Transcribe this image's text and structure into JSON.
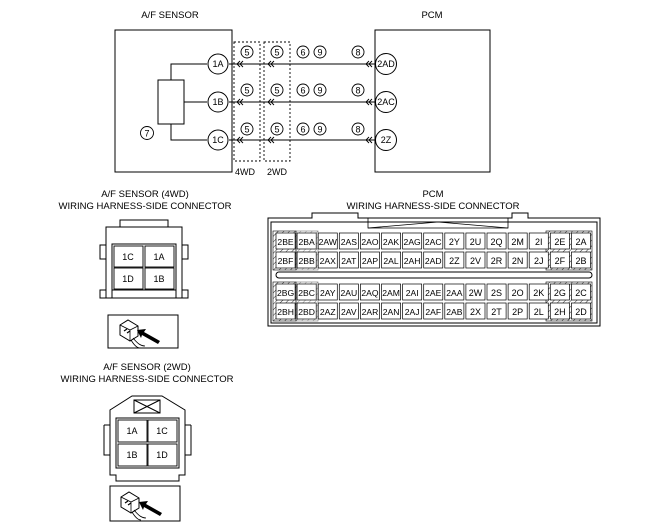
{
  "schematic": {
    "af_sensor_title": "A/F SENSOR",
    "pcm_title": "PCM",
    "sensor_pins": [
      "1A",
      "1B",
      "1C"
    ],
    "pcm_pins": [
      "2AD",
      "2AC",
      "2Z"
    ],
    "circle_refs": {
      "n5": "5",
      "n6": "6",
      "n7": "7",
      "n8": "8",
      "n9": "9"
    },
    "box_4wd_label": "4WD",
    "box_2wd_label": "2WD"
  },
  "connector_4wd": {
    "title_line1": "A/F SENSOR (4WD)",
    "title_line2": "WIRING HARNESS-SIDE CONNECTOR",
    "cells": [
      "1C",
      "1A",
      "1D",
      "1B"
    ]
  },
  "connector_2wd": {
    "title_line1": "A/F SENSOR (2WD)",
    "title_line2": "WIRING HARNESS-SIDE CONNECTOR",
    "cells": [
      "1A",
      "1C",
      "1B",
      "1D"
    ]
  },
  "pcm_connector": {
    "title_line1": "PCM",
    "title_line2": "WIRING HARNESS-SIDE CONNECTOR",
    "upper_row1": [
      "2BE",
      "2BA",
      "2AW",
      "2AS",
      "2AO",
      "2AK",
      "2AG",
      "2AC",
      "2Y",
      "2U",
      "2Q",
      "2M",
      "2I",
      "2E",
      "2A"
    ],
    "upper_row2": [
      "2BF",
      "2BB",
      "2AX",
      "2AT",
      "2AP",
      "2AL",
      "2AH",
      "2AD",
      "2Z",
      "2V",
      "2R",
      "2N",
      "2J",
      "2F",
      "2B"
    ],
    "lower_row1": [
      "2BG",
      "2BC",
      "2AY",
      "2AU",
      "2AQ",
      "2AM",
      "2AI",
      "2AE",
      "2AA",
      "2W",
      "2S",
      "2O",
      "2K",
      "2G",
      "2C"
    ],
    "lower_row2": [
      "2BH",
      "2BD",
      "2AZ",
      "2AV",
      "2AR",
      "2AN",
      "2AJ",
      "2AF",
      "2AB",
      "2X",
      "2T",
      "2P",
      "2L",
      "2H",
      "2D"
    ]
  }
}
